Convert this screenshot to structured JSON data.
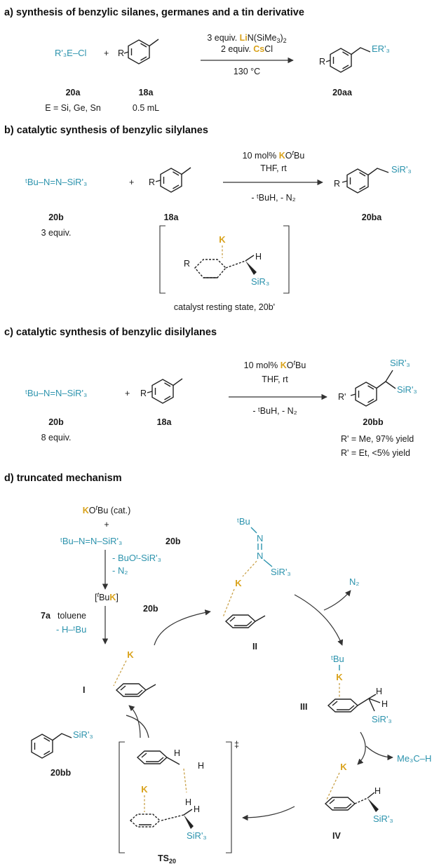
{
  "sections": {
    "a": {
      "heading": "a) synthesis of benzylic silanes, germanes and a tin derivative",
      "reagent1": "R'₃E–Cl",
      "plus": "+",
      "arene_R": "R",
      "condition1": "3 equiv. LiN(SiMe₃)₂",
      "condition2": "2 equiv. CsCl",
      "condition3": "130 °C",
      "product_group": "ER'₃",
      "label_reagent": "20a",
      "label_arene": "18a",
      "label_product": "20aa",
      "note_E": "E = Si, Ge, Sn",
      "note_volume": "0.5 mL"
    },
    "b": {
      "heading": "b) catalytic synthesis of benzylic silylanes",
      "reagent": "ᵗBu–N=N–SiR'₃",
      "plus": "+",
      "arene_R": "R",
      "condition1": "10 mol% KOᵗBu",
      "condition2": "THF, rt",
      "condition3": "- ᵗBuH, - N₂",
      "product_group": "SiR'₃",
      "label_reagent": "20b",
      "label_arene": "18a",
      "label_product": "20ba",
      "equiv": "3 equiv.",
      "resting_K": "K",
      "resting_R": "R",
      "resting_H": "H",
      "resting_Si": "SiR₃",
      "resting_caption": "catalyst resting state, 20b'"
    },
    "c": {
      "heading": "c) catalytic synthesis of benzylic disilylanes",
      "reagent": "ᵗBu–N=N–SiR'₃",
      "plus": "+",
      "arene_R": "R",
      "condition1": "10 mol% KOᵗBu",
      "condition2": "THF, rt",
      "condition3": "- ᵗBuH, - N₂",
      "product_R": "R'",
      "product_group1": "SiR'₃",
      "product_group2": "SiR'₃",
      "label_reagent": "20b",
      "label_arene": "18a",
      "label_product": "20bb",
      "equiv": "8 equiv.",
      "yield1": "R' = Me, 97% yield",
      "yield2": "R' = Et, <5% yield"
    },
    "d": {
      "heading": "d) truncated mechanism",
      "start_cat": "KOᵗBu (cat.)",
      "plus": "+",
      "start_reagent": "ᵗBu–N=N–SiR'₃",
      "start_label": "20b",
      "loss1": "- BuOᵗ-SiR'₃",
      "loss2": "- N₂",
      "intermediate_tBuK": "[ᵗBuK]",
      "label_7a": "7a",
      "toluene": "toluene",
      "loss_H": "- H–ᵗBu",
      "label_20b_arrow": "20b",
      "N2_out": "N₂",
      "Me3CH_out": "Me₃C–H",
      "II_tBu": "ᵗBu",
      "II_N1": "N",
      "II_N2": "N",
      "II_Si": "SiR'₃",
      "II_K": "K",
      "III_tBu": "ᵗBu",
      "III_K": "K",
      "III_H1": "H",
      "III_H2": "H",
      "III_Si": "SiR'₃",
      "I_K": "K",
      "IV_K": "K",
      "IV_H": "H",
      "IV_Si": "SiR'₃",
      "TS_H1": "H",
      "TS_H2": "H",
      "TS_H3": "H",
      "TS_H4": "H",
      "TS_K": "K",
      "TS_Si": "SiR'₃",
      "TS_dagger": "‡",
      "product_group": "SiR'₃",
      "label_I": "I",
      "label_II": "II",
      "label_III": "III",
      "label_IV": "IV",
      "label_TS": "TS₂₀",
      "label_20bb": "20bb"
    }
  },
  "colors": {
    "cyan": "#2c93ad",
    "gold": "#d9a21b",
    "dashed": "#caa24a",
    "ink": "#1a1a1a"
  }
}
